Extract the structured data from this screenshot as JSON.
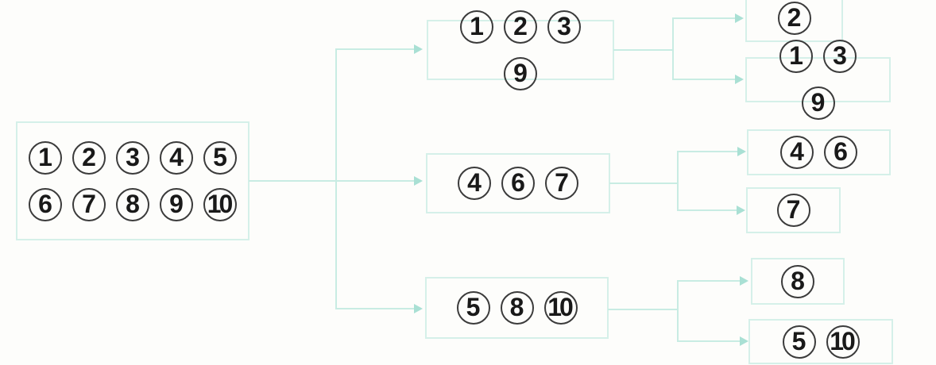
{
  "diagram": {
    "type": "tree",
    "description_of_nodes": "circled numbers grouped into boxes",
    "root": {
      "numbers": [
        "1",
        "2",
        "3",
        "4",
        "5",
        "6",
        "7",
        "8",
        "9",
        "10"
      ]
    },
    "groups": [
      {
        "numbers": [
          "1",
          "2",
          "3",
          "9"
        ],
        "children": [
          {
            "numbers": [
              "2"
            ]
          },
          {
            "numbers": [
              "1",
              "3",
              "9"
            ]
          }
        ]
      },
      {
        "numbers": [
          "4",
          "6",
          "7"
        ],
        "children": [
          {
            "numbers": [
              "4",
              "6"
            ]
          },
          {
            "numbers": [
              "7"
            ]
          }
        ]
      },
      {
        "numbers": [
          "5",
          "8",
          "10"
        ],
        "children": [
          {
            "numbers": [
              "8"
            ]
          },
          {
            "numbers": [
              "5",
              "10"
            ]
          }
        ]
      }
    ],
    "colors": {
      "background": "#fdfdfb",
      "box_border": "#d5f0e9",
      "line": "#c8ece3",
      "arrow": "#a9e0d4",
      "circle_border": "#3b3b3b",
      "digit": "#191919"
    }
  }
}
